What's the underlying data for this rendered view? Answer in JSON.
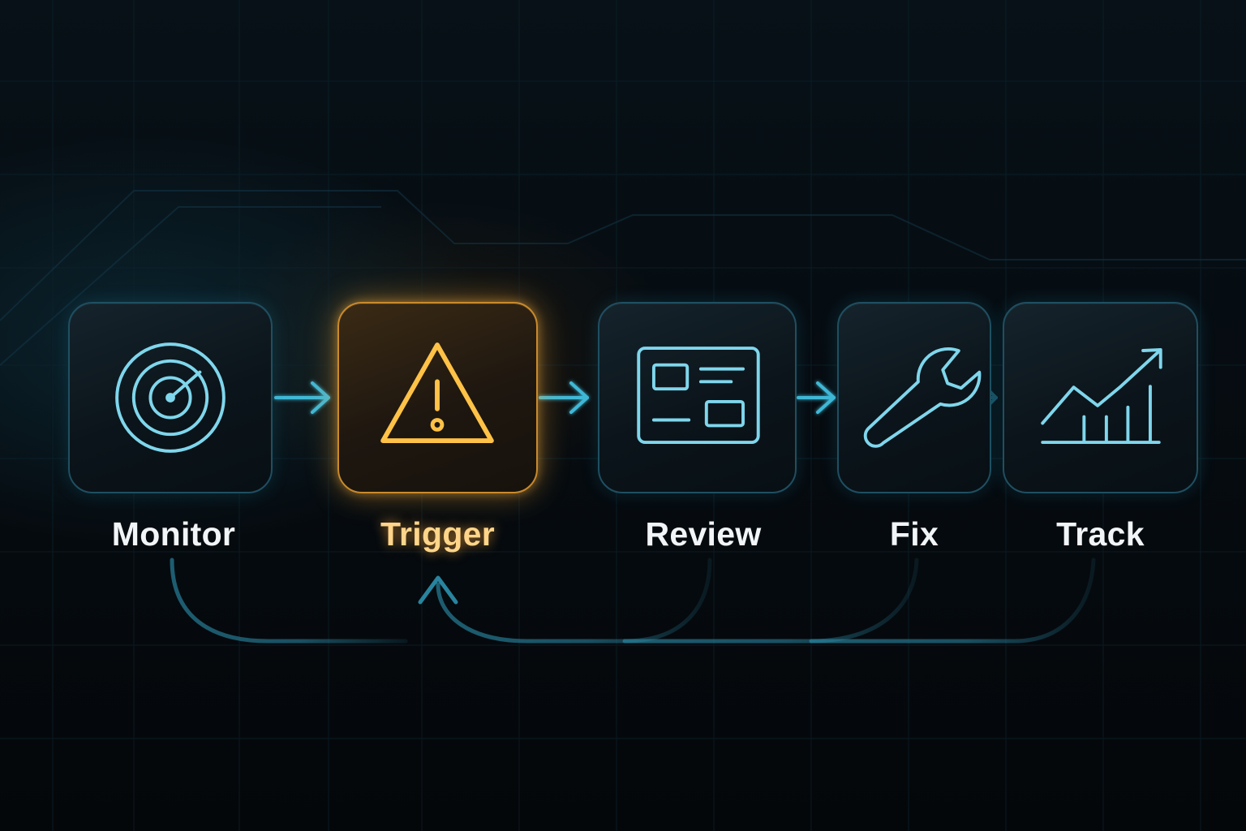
{
  "steps": [
    {
      "label": "Monitor",
      "icon": "radar-icon",
      "state": "default"
    },
    {
      "label": "Trigger",
      "icon": "warning-icon",
      "state": "active"
    },
    {
      "label": "Review",
      "icon": "dashboard-icon",
      "state": "default"
    },
    {
      "label": "Fix",
      "icon": "wrench-icon",
      "state": "default"
    },
    {
      "label": "Track",
      "icon": "growth-chart-icon",
      "state": "default"
    }
  ],
  "colors": {
    "background": "#05090d",
    "accent": "#6fd3ea",
    "active": "#ffb43a",
    "label": "#f2f5f7"
  }
}
